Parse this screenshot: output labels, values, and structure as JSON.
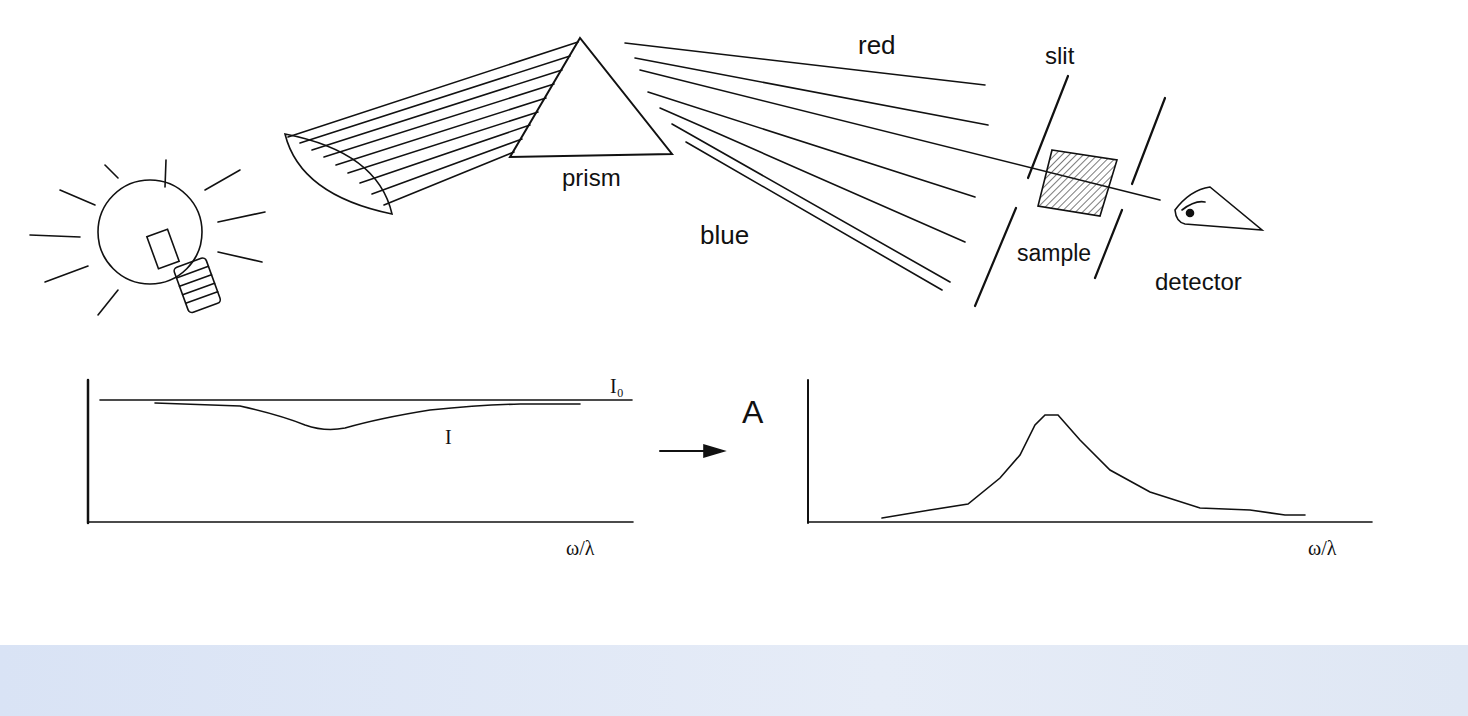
{
  "diagram": {
    "labels": [
      "red",
      "slit",
      "prism",
      "blue",
      "sample",
      "detector",
      "I₀",
      "I",
      "ω/λ",
      "A",
      "ω/λ"
    ]
  }
}
